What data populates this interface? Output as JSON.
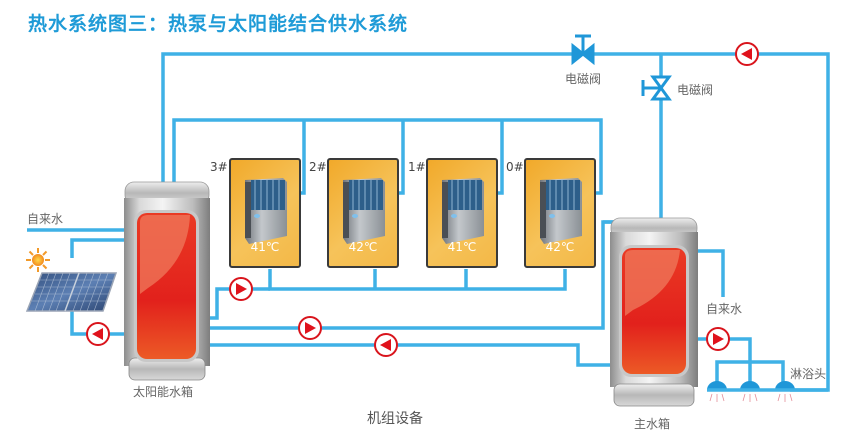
{
  "title": "热水系统图三：热泵与太阳能结合供水系统",
  "colors": {
    "pipe": "#3fb1e6",
    "title": "#1f9bd7",
    "pump": "#e0121c",
    "tank_fill": "#e5301f",
    "unit_fill": "#f3b43e"
  },
  "labels": {
    "valve_top": "电磁阀",
    "valve_right": "电磁阀",
    "tap_water_left": "自来水",
    "tap_water_right": "自来水",
    "solar_tank": "太阳能水箱",
    "main_tank": "主水箱",
    "units_group": "机组设备",
    "shower": "淋浴头"
  },
  "units": [
    {
      "id": "3#",
      "temp": "41℃"
    },
    {
      "id": "2#",
      "temp": "42℃"
    },
    {
      "id": "1#",
      "temp": "41℃"
    },
    {
      "id": "0#",
      "temp": "42℃"
    }
  ],
  "icons": {
    "pump": "pump-icon",
    "valve": "solenoid-valve-icon",
    "sun": "sun-icon",
    "solar_panel": "solar-panel-icon",
    "shower_head": "shower-head-icon",
    "water_tank": "water-tank-icon",
    "heat_pump": "heat-pump-unit-icon"
  }
}
